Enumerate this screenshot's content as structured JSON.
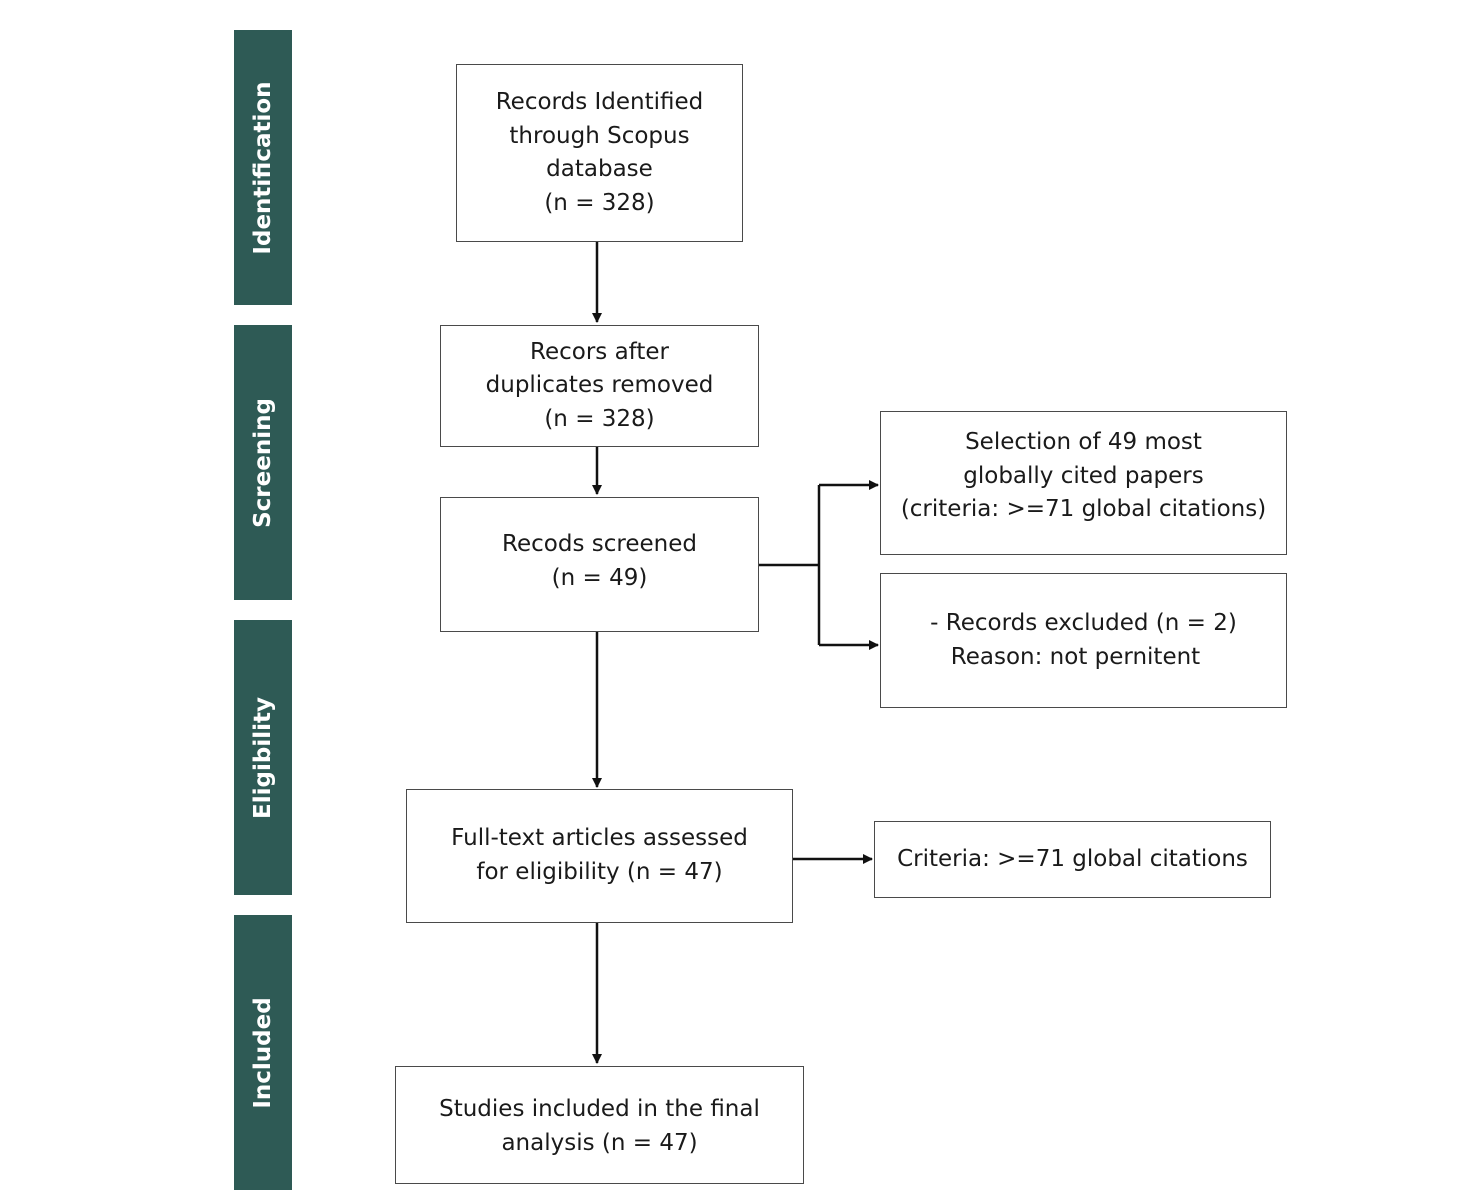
{
  "phases": {
    "identification": "Identification",
    "screening": "Screening",
    "eligibility": "Eligibility",
    "included": "Included"
  },
  "boxes": {
    "records_identified": [
      "Records Identified",
      "through Scopus",
      "database",
      "(n = 328)"
    ],
    "after_duplicates": [
      "Recors after",
      "duplicates removed",
      "(n = 328)"
    ],
    "screened": [
      "Recods screened",
      "(n = 49)"
    ],
    "selection": [
      "Selection of 49 most",
      "globally cited papers",
      "(criteria: >=71 global citations)"
    ],
    "excluded": [
      "- Records excluded (n = 2)",
      "Reason: not pernitent"
    ],
    "full_text": [
      "Full-text articles assessed",
      "for eligibility (n = 47)"
    ],
    "criteria": [
      "Criteria: >=71 global citations"
    ],
    "included": [
      "Studies included in the final",
      "analysis (n = 47)"
    ]
  },
  "colors": {
    "phase_band": "#2e5a55",
    "phase_text": "#ffffff",
    "box_border": "#4a4a4a",
    "arrow": "#111111"
  }
}
